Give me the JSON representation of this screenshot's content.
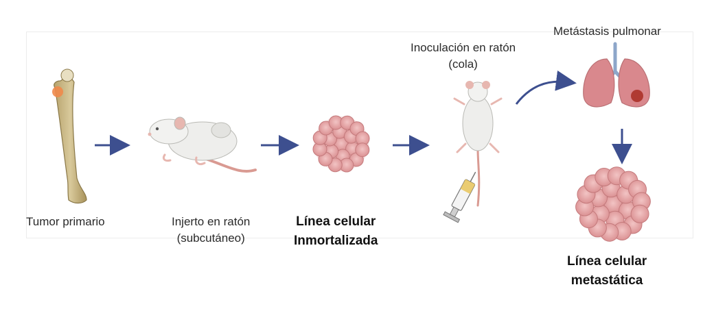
{
  "steps": {
    "primary_tumor": "Tumor primario",
    "graft_line1": "Injerto en ratón",
    "graft_line2": "(subcutáneo)",
    "immortal_line1": "Línea celular",
    "immortal_line2": "Inmortalizada",
    "inoculation_line1": "Inoculación en ratón",
    "inoculation_line2": "(cola)",
    "lung_metastasis": "Metástasis pulmonar",
    "metastatic_line1": "Línea celular",
    "metastatic_line2": "metastática"
  },
  "colors": {
    "arrow": "#3d4f8f",
    "bone": "#c9b98a",
    "tumor_spot": "#f08a4b",
    "mouse": "#eeeeec",
    "tail": "#d99a92",
    "cells": "#e3a0a0",
    "lung": "#d9888d",
    "metastasis": "#b03a32"
  },
  "icons": [
    "femur-bone-icon",
    "mouse-icon",
    "cell-cluster-icon",
    "mouse-top-view-icon",
    "syringe-icon",
    "lungs-icon"
  ]
}
